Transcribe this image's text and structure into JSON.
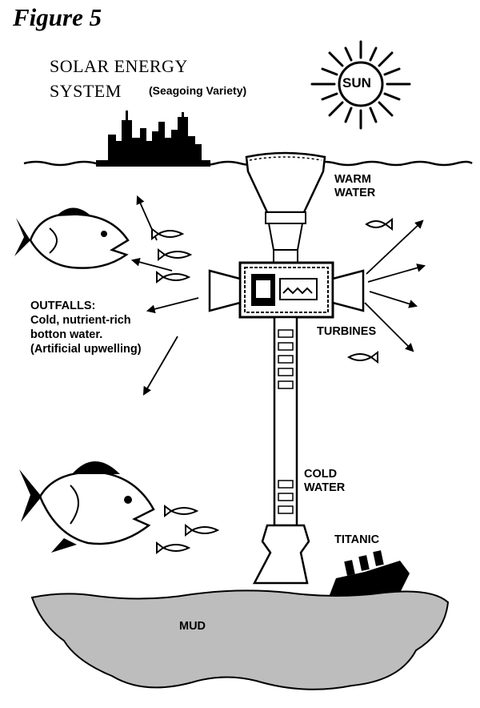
{
  "figure_label": "Figure 5",
  "title_line1": "SOLAR ENERGY",
  "title_line2": "SYSTEM",
  "subtitle": "(Seagoing Variety)",
  "sun_label": "SUN",
  "warm_water_line1": "WARM",
  "warm_water_line2": "WATER",
  "outfalls_lines": [
    "OUTFALLS:",
    "Cold, nutrient-rich",
    "botton water.",
    "(Artificial upwelling)"
  ],
  "turbines_label": "TURBINES",
  "cold_water_line1": "COLD",
  "cold_water_line2": "WATER",
  "titanic_label": "TITANIC",
  "mud_label": "MUD"
}
